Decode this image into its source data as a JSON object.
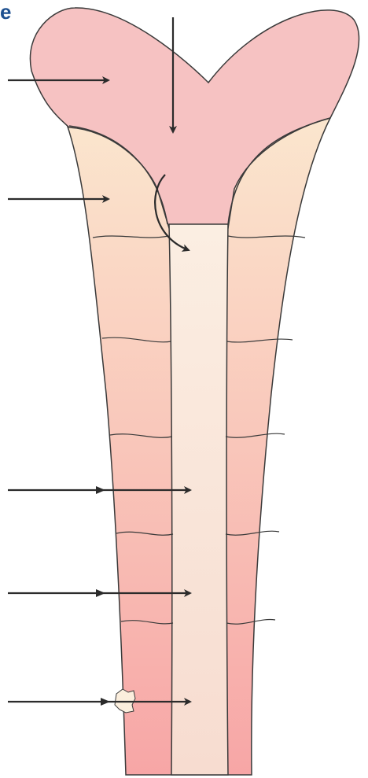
{
  "figure": {
    "panel_letter": "e",
    "colors": {
      "outline": "#3a3a3a",
      "arrow": "#2b2b2b",
      "head_fill": "#f6c2c2",
      "cortex_top": "#fbe8cf",
      "cortex_bottom": "#f7a6a6",
      "lumen_top": "#fbeee2",
      "lumen_bottom": "#f7dcd0",
      "spot_fill": "#fbeedd"
    },
    "arrows": [
      {
        "name": "arrow-head-left"
      },
      {
        "name": "arrow-head-top"
      },
      {
        "name": "arrow-shoulder-left"
      },
      {
        "name": "arrow-curved-entry"
      },
      {
        "name": "arrow-mid-1"
      },
      {
        "name": "arrow-mid-2"
      },
      {
        "name": "arrow-bottom"
      }
    ]
  }
}
